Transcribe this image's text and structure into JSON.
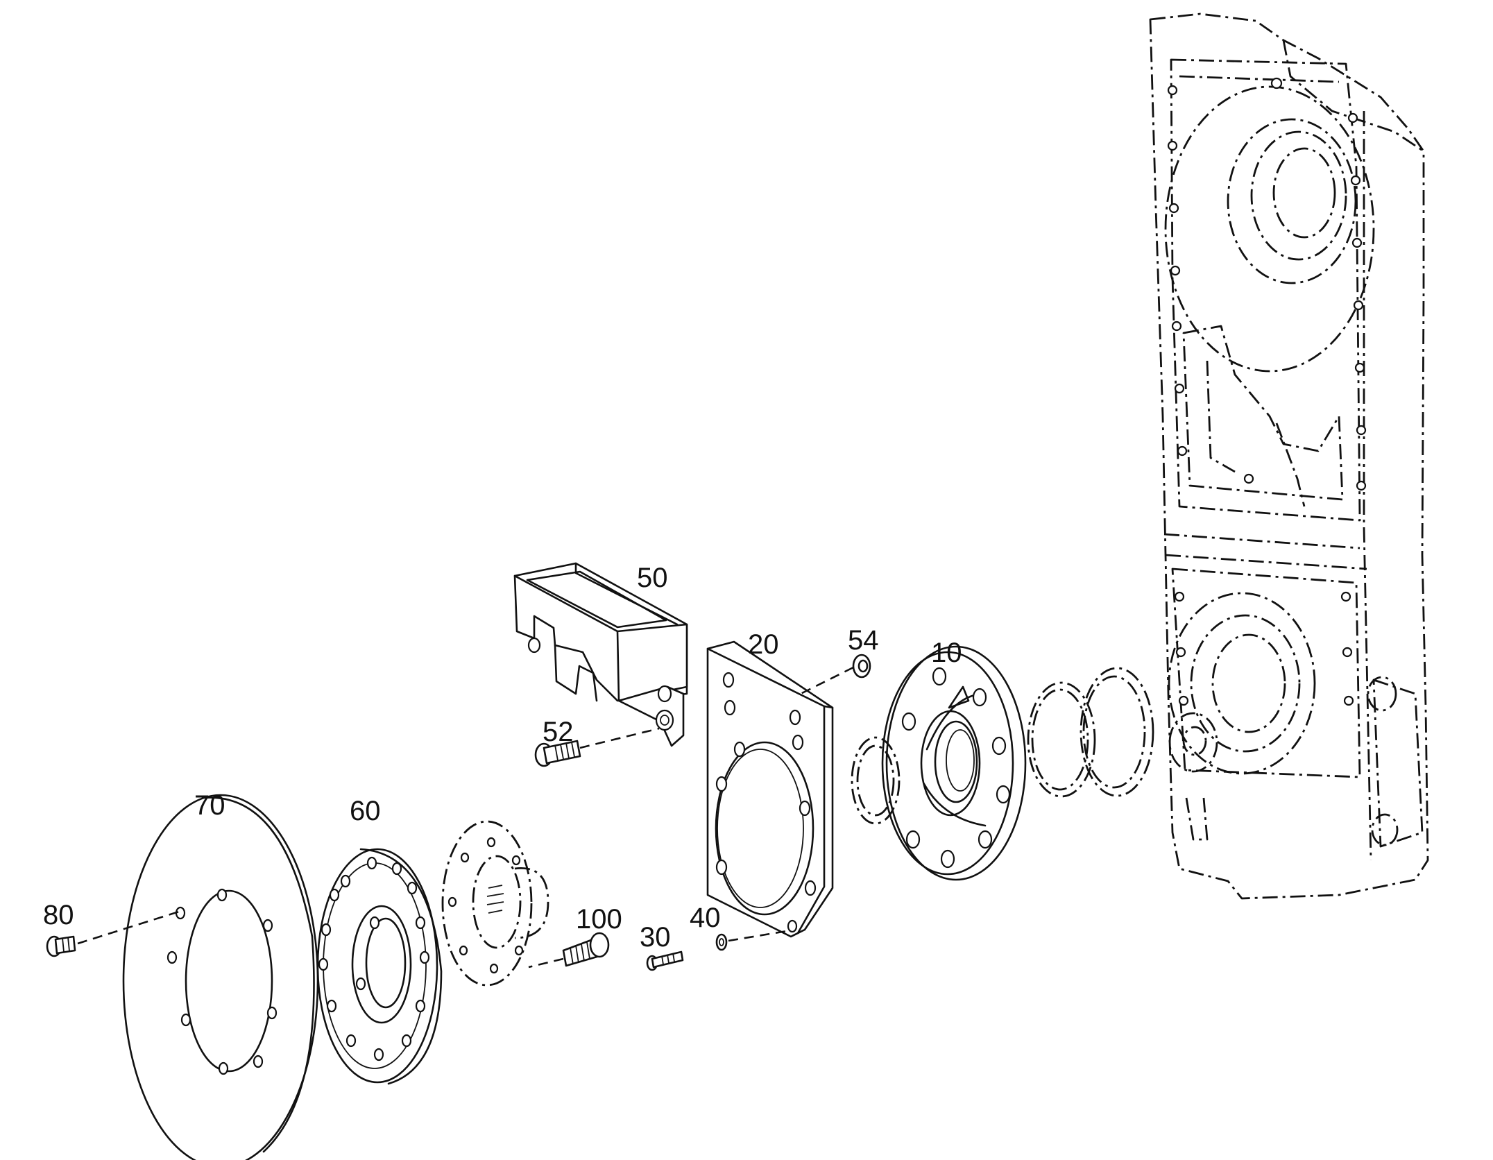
{
  "callouts": {
    "c10": "10",
    "c20": "20",
    "c30": "30",
    "c40": "40",
    "c50": "50",
    "c52": "52",
    "c54": "54",
    "c60": "60",
    "c70": "70",
    "c80": "80",
    "c100": "100"
  }
}
